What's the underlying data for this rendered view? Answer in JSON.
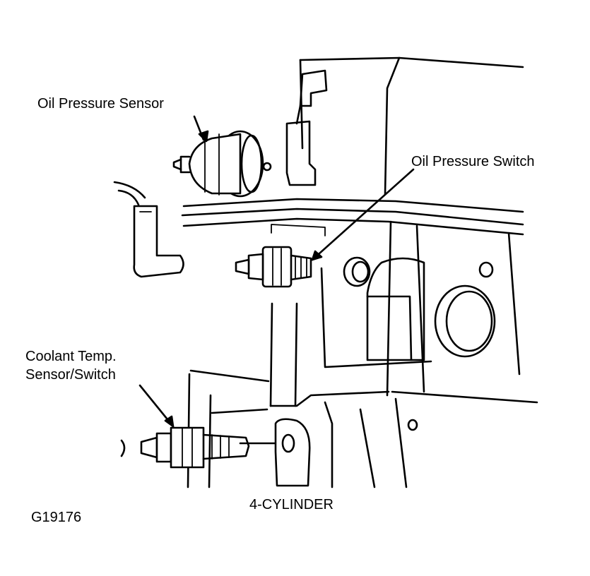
{
  "labels": {
    "oil_pressure_sensor": "Oil Pressure Sensor",
    "oil_pressure_switch": "Oil Pressure Switch",
    "coolant_line1": "Coolant Temp.",
    "coolant_line2": "Sensor/Switch",
    "caption": "4-CYLINDER",
    "figure_code": "G19176"
  }
}
